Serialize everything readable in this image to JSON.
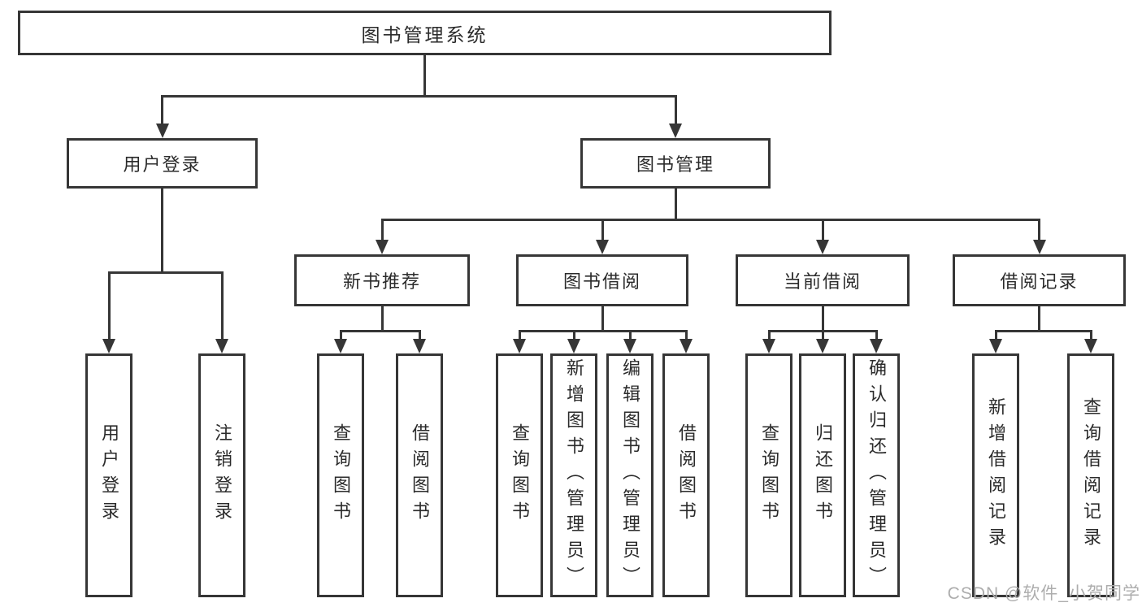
{
  "diagram": {
    "type": "tree",
    "title": "图书管理系统",
    "nodes": [
      {
        "id": "root",
        "label": "图书管理系统",
        "orientation": "horizontal",
        "level": 1
      },
      {
        "id": "user-login",
        "label": "用户登录",
        "orientation": "horizontal",
        "level": 2
      },
      {
        "id": "book-mgmt",
        "label": "图书管理",
        "orientation": "horizontal",
        "level": 2
      },
      {
        "id": "new-rec",
        "label": "新书推荐",
        "orientation": "horizontal",
        "level": 3
      },
      {
        "id": "book-borrow",
        "label": "图书借阅",
        "orientation": "horizontal",
        "level": 3
      },
      {
        "id": "cur-borrow",
        "label": "当前借阅",
        "orientation": "horizontal",
        "level": 3
      },
      {
        "id": "borrow-rec",
        "label": "借阅记录",
        "orientation": "horizontal",
        "level": 3
      },
      {
        "id": "leaf-u1",
        "label": "用户登录",
        "orientation": "vertical",
        "level": 4
      },
      {
        "id": "leaf-u2",
        "label": "注销登录",
        "orientation": "vertical",
        "level": 4
      },
      {
        "id": "leaf-n1",
        "label": "查询图书",
        "orientation": "vertical",
        "level": 4
      },
      {
        "id": "leaf-n2",
        "label": "借阅图书",
        "orientation": "vertical",
        "level": 4
      },
      {
        "id": "leaf-b1",
        "label": "查询图书",
        "orientation": "vertical",
        "level": 4
      },
      {
        "id": "leaf-b2",
        "label": "新增图书（管理员）",
        "orientation": "vertical",
        "level": 4
      },
      {
        "id": "leaf-b3",
        "label": "编辑图书（管理员）",
        "orientation": "vertical",
        "level": 4
      },
      {
        "id": "leaf-b4",
        "label": "借阅图书",
        "orientation": "vertical",
        "level": 4
      },
      {
        "id": "leaf-c1",
        "label": "查询图书",
        "orientation": "vertical",
        "level": 4
      },
      {
        "id": "leaf-c2",
        "label": "归还图书",
        "orientation": "vertical",
        "level": 4
      },
      {
        "id": "leaf-c3",
        "label": "确认归还（管理员）",
        "orientation": "vertical",
        "level": 4
      },
      {
        "id": "leaf-r1",
        "label": "新增借阅记录",
        "orientation": "vertical",
        "level": 4
      },
      {
        "id": "leaf-r2",
        "label": "查询借阅记录",
        "orientation": "vertical",
        "level": 4
      }
    ],
    "edges": [
      {
        "parent": "root",
        "children": [
          "user-login",
          "book-mgmt"
        ]
      },
      {
        "parent": "user-login",
        "children": [
          "leaf-u1",
          "leaf-u2"
        ]
      },
      {
        "parent": "book-mgmt",
        "children": [
          "new-rec",
          "book-borrow",
          "cur-borrow",
          "borrow-rec"
        ]
      },
      {
        "parent": "new-rec",
        "children": [
          "leaf-n1",
          "leaf-n2"
        ]
      },
      {
        "parent": "book-borrow",
        "children": [
          "leaf-b1",
          "leaf-b2",
          "leaf-b3",
          "leaf-b4"
        ]
      },
      {
        "parent": "cur-borrow",
        "children": [
          "leaf-c1",
          "leaf-c2",
          "leaf-c3"
        ]
      },
      {
        "parent": "borrow-rec",
        "children": [
          "leaf-r1",
          "leaf-r2"
        ]
      }
    ]
  },
  "watermark": {
    "text": "CSDN @软件_小贺同学"
  },
  "colors": {
    "line": "#363636",
    "box_border": "#363636",
    "text": "#2b2b2b",
    "watermark": "#adadad",
    "background": "#ffffff"
  }
}
